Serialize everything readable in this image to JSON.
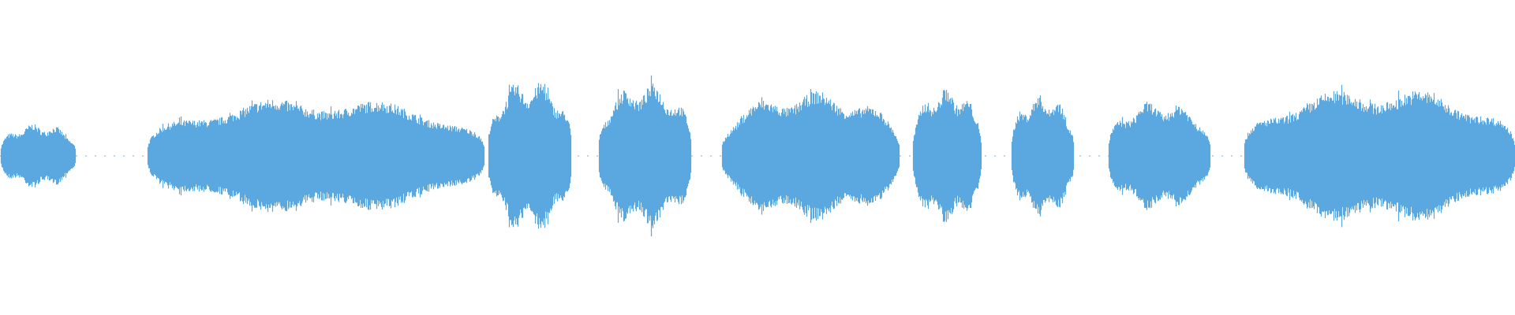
{
  "waveform": {
    "color": "#5aa8df",
    "background": "#ffffff",
    "segments": [
      {
        "start": 0.0,
        "end": 0.05,
        "amplitude": 0.2
      },
      {
        "start": 0.097,
        "end": 0.32,
        "amplitude": 0.36
      },
      {
        "start": 0.322,
        "end": 0.377,
        "amplitude": 0.47
      },
      {
        "start": 0.395,
        "end": 0.456,
        "amplitude": 0.45
      },
      {
        "start": 0.476,
        "end": 0.594,
        "amplitude": 0.4
      },
      {
        "start": 0.602,
        "end": 0.648,
        "amplitude": 0.42
      },
      {
        "start": 0.667,
        "end": 0.709,
        "amplitude": 0.38
      },
      {
        "start": 0.731,
        "end": 0.799,
        "amplitude": 0.34
      },
      {
        "start": 0.821,
        "end": 1.0,
        "amplitude": 0.42
      }
    ]
  }
}
